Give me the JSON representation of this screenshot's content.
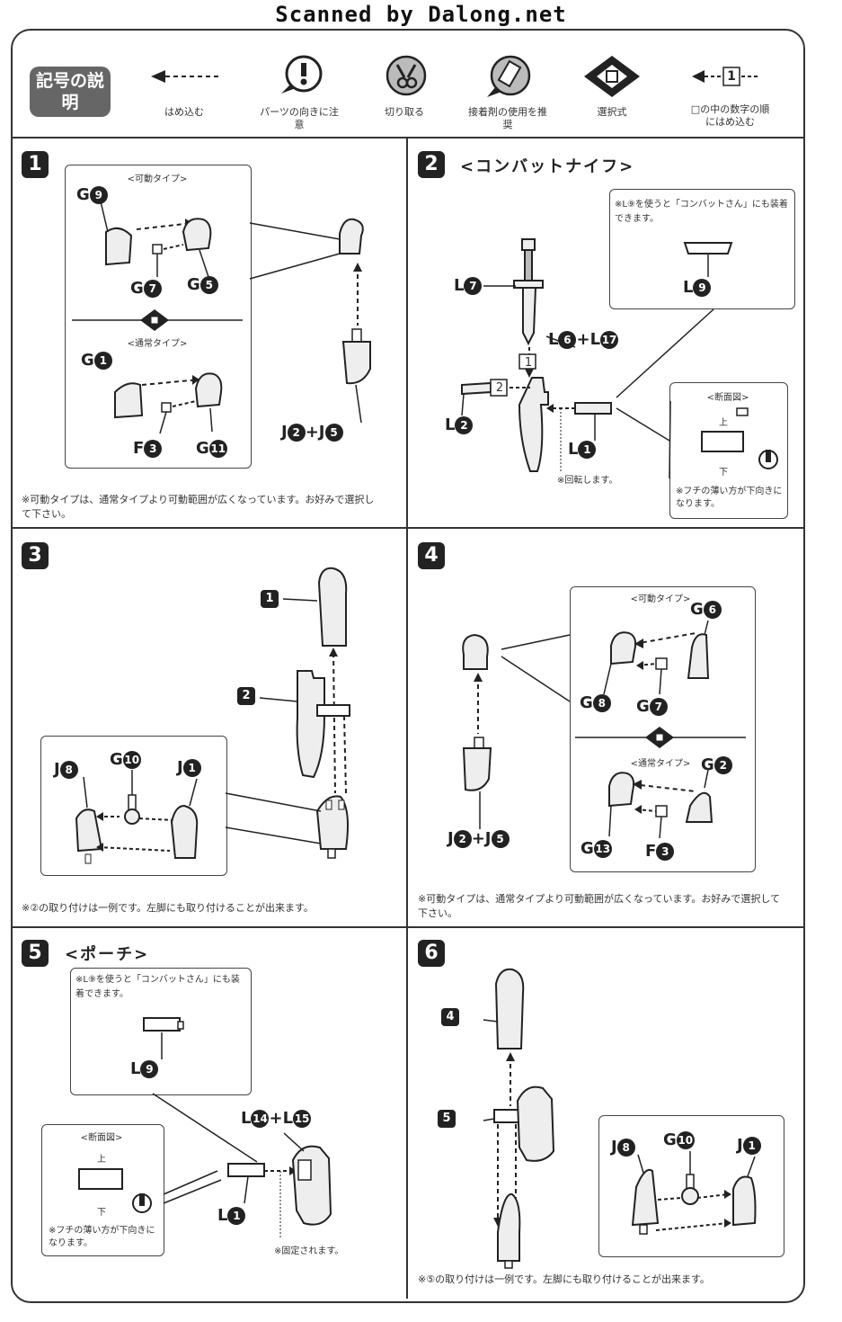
{
  "header": {
    "scanned": "Scanned by Dalong.net"
  },
  "legend": {
    "badge": "記号の説明",
    "items": [
      {
        "label": "はめ込む"
      },
      {
        "label": "パーツの向きに注意"
      },
      {
        "label": "切り取る"
      },
      {
        "label": "接着剤の使用を推奨"
      },
      {
        "label": "選択式"
      },
      {
        "label": "□の中の数字の順にはめ込む"
      }
    ],
    "order_num": "1"
  },
  "steps": [
    {
      "num": "1",
      "title": "",
      "box_title": "<可動タイプ>",
      "box_title2": "<通常タイプ>",
      "labels": {
        "g9": "G",
        "g9n": "9",
        "g7": "G",
        "g7n": "7",
        "g5": "G",
        "g5n": "5",
        "g1": "G",
        "g1n": "1",
        "f3": "F",
        "f3n": "3",
        "g11": "G",
        "g11n": "11",
        "j2": "J",
        "j2n": "2",
        "plus": "+",
        "j5": "J",
        "j5n": "5"
      },
      "note": "※可動タイプは、通常タイプより可動範囲が広くなっています。お好みで選択して下さい。"
    },
    {
      "num": "2",
      "title": "<コンバットナイフ>",
      "box_note": "※L⑨を使うと「コンバットさん」にも装着できます。",
      "section_title": "<断面図>",
      "up": "上",
      "down": "下",
      "edge_note": "※フチの薄い方が下向きになります。",
      "rotate": "※回転します。",
      "labels": {
        "l7": "L",
        "l7n": "7",
        "l6": "L",
        "l6n": "6",
        "plus": "+",
        "l17": "L",
        "l17n": "17",
        "l2": "L",
        "l2n": "2",
        "l1": "L",
        "l1n": "1",
        "l9": "L",
        "l9n": "9",
        "o1": "1",
        "o2": "2"
      }
    },
    {
      "num": "3",
      "title": "",
      "labels": {
        "p1": "1",
        "p2": "2",
        "j8": "J",
        "j8n": "8",
        "g10": "G",
        "g10n": "10",
        "j1": "J",
        "j1n": "1"
      },
      "note": "※②の取り付けは一例です。左脚にも取り付けることが出来ます。"
    },
    {
      "num": "4",
      "title": "",
      "box_title": "<可動タイプ>",
      "box_title2": "<通常タイプ>",
      "labels": {
        "g6": "G",
        "g6n": "6",
        "g8": "G",
        "g8n": "8",
        "g7": "G",
        "g7n": "7",
        "g2": "G",
        "g2n": "2",
        "g13": "G",
        "g13n": "13",
        "f3": "F",
        "f3n": "3",
        "j2": "J",
        "j2n": "2",
        "plus": "+",
        "j5": "J",
        "j5n": "5"
      },
      "note": "※可動タイプは、通常タイプより可動範囲が広くなっています。お好みで選択して下さい。"
    },
    {
      "num": "5",
      "title": "<ポーチ>",
      "box_note": "※L⑨を使うと「コンバットさん」にも装着できます。",
      "section_title": "<断面図>",
      "up": "上",
      "down": "下",
      "edge_note": "※フチの薄い方が下向きになります。",
      "fixed": "※固定されます。",
      "labels": {
        "l9": "L",
        "l9n": "9",
        "l14": "L",
        "l14n": "14",
        "plus": "+",
        "l15": "L",
        "l15n": "15",
        "l1": "L",
        "l1n": "1"
      }
    },
    {
      "num": "6",
      "title": "",
      "labels": {
        "p4": "4",
        "p5": "5",
        "j8": "J",
        "j8n": "8",
        "g10": "G",
        "g10n": "10",
        "j1": "J",
        "j1n": "1"
      },
      "note": "※⑤の取り付けは一例です。左脚にも取り付けることが出来ます。"
    }
  ]
}
